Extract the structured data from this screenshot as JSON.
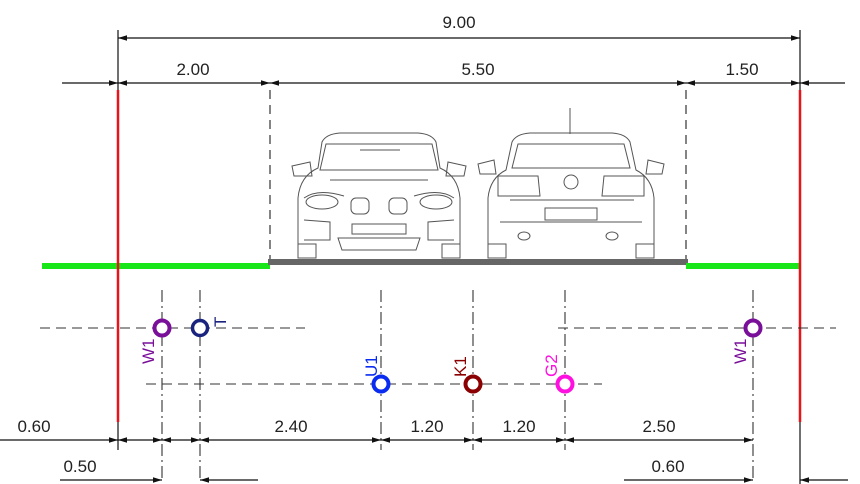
{
  "dimensions": {
    "total": "9.00",
    "left_verge": "2.00",
    "carriageway": "5.50",
    "right_verge": "1.50",
    "offset_left_a": "0.60",
    "offset_left_b": "0.50",
    "gap_a": "2.40",
    "gap_b": "1.20",
    "gap_c": "1.20",
    "gap_d": "2.50",
    "offset_right": "0.60"
  },
  "utilities": [
    {
      "id": "w1_left",
      "label": "W1",
      "color": "#7a0f9a"
    },
    {
      "id": "t",
      "label": "T",
      "color": "#1a237e"
    },
    {
      "id": "u1",
      "label": "U1",
      "color": "#0a2cf0"
    },
    {
      "id": "k1",
      "label": "K1",
      "color": "#8b0000"
    },
    {
      "id": "g2",
      "label": "G2",
      "color": "#ff10e0"
    },
    {
      "id": "w1_right",
      "label": "W1",
      "color": "#7a0f9a"
    }
  ],
  "colors": {
    "boundary": "#e8141c",
    "verge": "#19e619",
    "carriageway": "#666666",
    "guide": "#333333"
  },
  "icons": [
    "car-front-icon",
    "car-rear-icon"
  ]
}
